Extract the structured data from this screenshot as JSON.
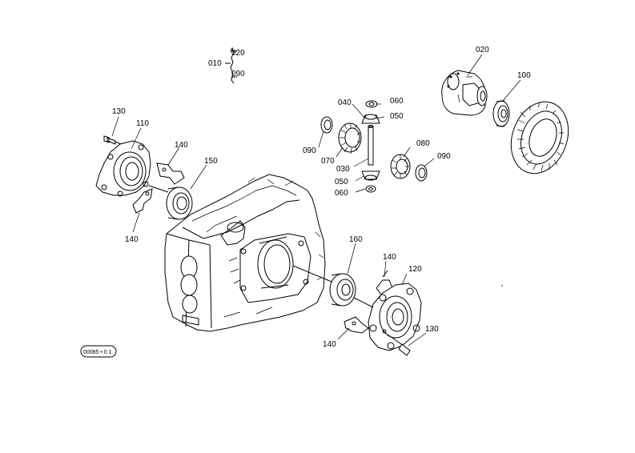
{
  "labels": {
    "p010": "010",
    "p020_top": "020",
    "p090_top": "090",
    "p020": "020",
    "p100": "100",
    "p040": "040",
    "p060_top": "060",
    "p050_top": "050",
    "p090_left": "090",
    "p070": "070",
    "p030": "030",
    "p080": "080",
    "p090_right": "090",
    "p050_bottom": "050",
    "p060_bottom": "060",
    "p130_top": "130",
    "p110": "110",
    "p140_top": "140",
    "p150": "150",
    "p140_left": "140",
    "p160": "160",
    "p140_right": "140",
    "p120": "120",
    "p140_bottom": "140",
    "p130_bottom": "130",
    "ref_code": "00085 • 0 1"
  }
}
